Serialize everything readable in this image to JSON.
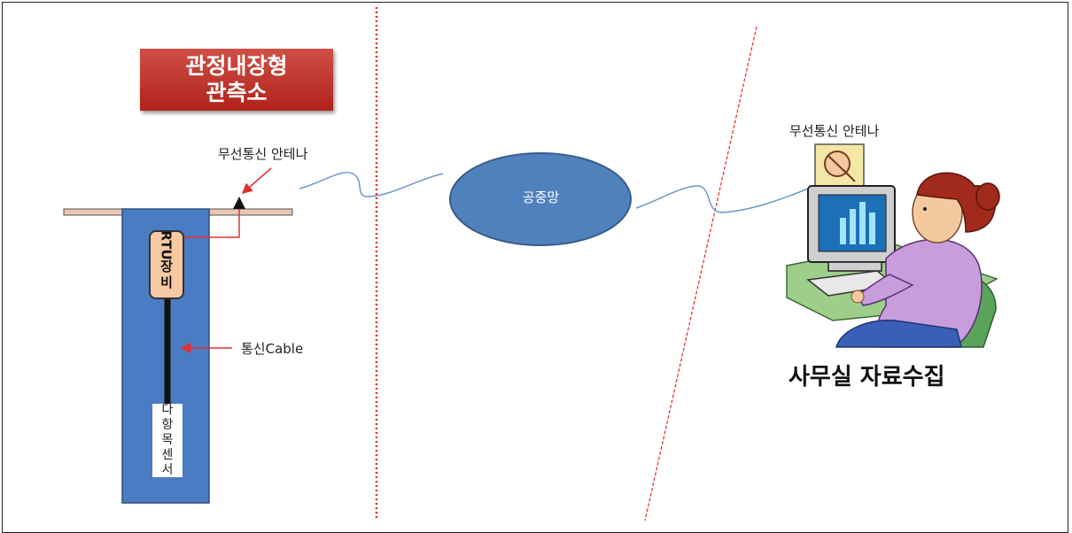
{
  "title": {
    "line1": "관정내장형",
    "line2": "관측소"
  },
  "labels": {
    "antenna_left": "무선통신 안테나",
    "antenna_right": "무선통신 안테나",
    "rtu": {
      "rotated": "RTU",
      "korean": [
        "장",
        "비"
      ]
    },
    "cable": "통신Cable",
    "sensor": [
      "다",
      "항",
      "목",
      "센",
      "서"
    ],
    "network": "공중망",
    "office": "사무실 자료수집"
  },
  "colors": {
    "well": "#4a7cc4",
    "cloud": "#4f81bd",
    "title_bg": "#c0322a",
    "rtu_bg": "#f7c9a2",
    "ground": "#e8c6b2",
    "divider": "#e03030",
    "signal": "#6f97c8",
    "arrow": "#e03030"
  }
}
